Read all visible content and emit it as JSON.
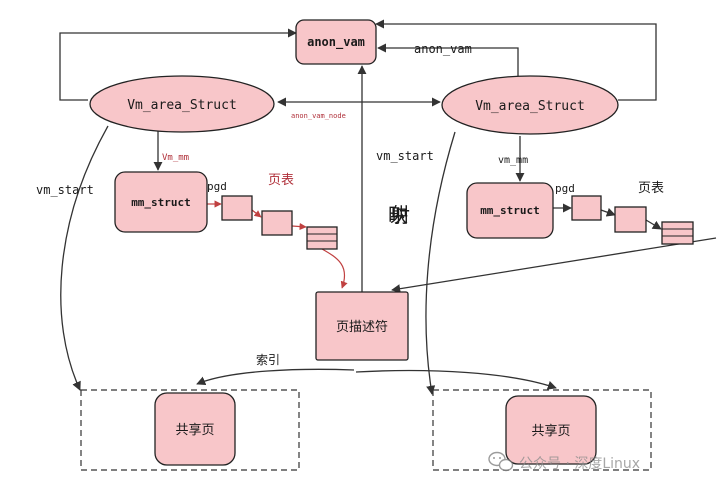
{
  "colors": {
    "node_fill": "#f8c6c9",
    "node_stroke": "#222222",
    "arrow": "#333333",
    "red_arrow": "#c04040",
    "red_text": "#b0303a",
    "watermark": "#8a8a8a"
  },
  "nodes": {
    "anon_vam": "anon_vam",
    "vma_left": "Vm_area_Struct",
    "vma_right": "Vm_area_Struct",
    "mm_left": "mm_struct",
    "mm_right": "mm_struct",
    "page_desc": "页描述符",
    "shared_left": "共享页",
    "shared_right": "共享页"
  },
  "labels": {
    "anon_vam_top": "anon_vam",
    "anon_vam_node": "anon_vam_node",
    "vm_mm_left": "Vm_mm",
    "vm_mm_right": "vm_mm",
    "vm_start_left": "vm_start",
    "vm_start_right": "vm_start",
    "pgd_left": "pgd",
    "pgd_right": "pgd",
    "pagetable_left": "页表",
    "pagetable_right": "页表",
    "mapping": "映 射",
    "index": "索引"
  },
  "watermark": {
    "icon": "wechat-icon",
    "text": "公众号 · 深度Linux"
  }
}
